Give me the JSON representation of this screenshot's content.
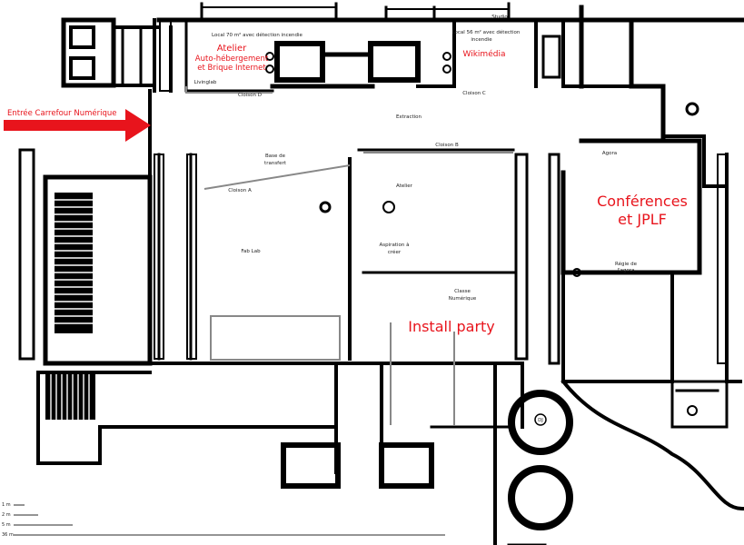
{
  "entrance": {
    "label": "Entrée Carrefour Numérique",
    "arrow_color": "#e8141c"
  },
  "zones": {
    "atelier": [
      "Atelier",
      "Auto-hébergement",
      "et Brique Internet"
    ],
    "wikimedia": "Wikimédia",
    "conferences": [
      "Conférences",
      "et JPLF"
    ],
    "install_party": "Install party"
  },
  "rooms": {
    "local70": "Local 70 m² avec détection incendie",
    "local56": [
      "Local 56 m² avec détection",
      "incendie"
    ],
    "studio": "Studio",
    "livinglab": "Livinglab",
    "cloison_d": "Cloison D",
    "cloison_c": "Cloison C",
    "cloison_b": "Cloison B",
    "cloison_a": "Cloison A",
    "extraction": "Extraction",
    "base_transfert": [
      "Base de",
      "transfert"
    ],
    "atelier_room": "Atelier",
    "fab_lab": "Fab Lab",
    "aspiration": [
      "Aspiration à",
      "créer"
    ],
    "classe_numerique": [
      "Classe",
      "Numérique"
    ],
    "agora": "Agora",
    "regie": [
      "Régie de",
      "l'agora"
    ],
    "dj": "DJ"
  },
  "scale": [
    "1 m",
    "2 m",
    "5 m",
    "36 m"
  ],
  "colors": {
    "accent": "#e8141c",
    "wall": "#000000",
    "thin_wall": "#888888"
  }
}
